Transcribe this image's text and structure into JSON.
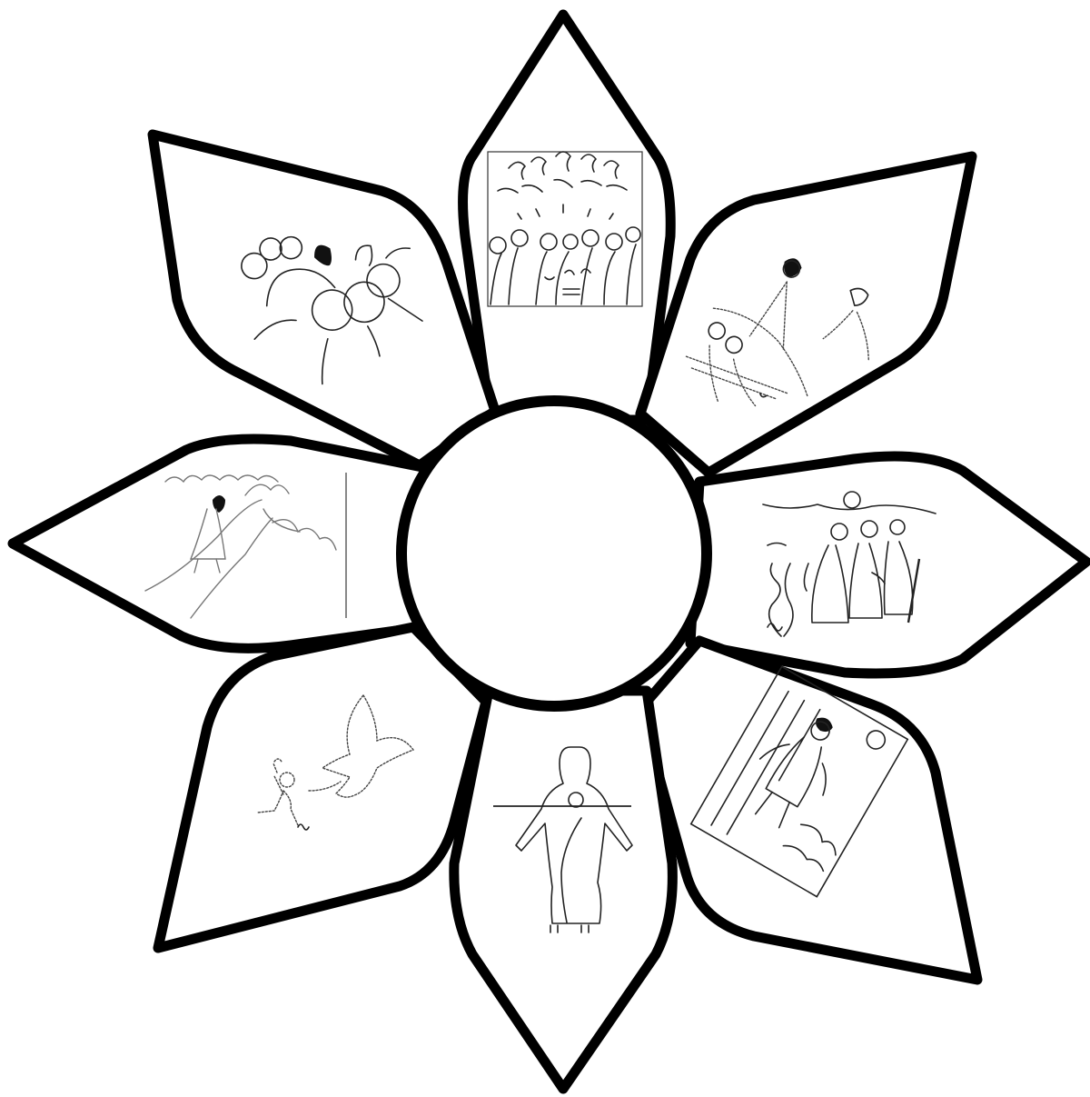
{
  "page": {
    "background": "#ffffff",
    "outline_color": "#000000"
  },
  "flower": {
    "petal_count": 8,
    "petals": [
      {
        "id": "top",
        "icon": "pentecost-flames-icon"
      },
      {
        "id": "upper-right",
        "icon": "ascension-sketch-icon"
      },
      {
        "id": "right",
        "icon": "three-travelers-road-icon"
      },
      {
        "id": "lower-right",
        "icon": "figure-in-doorway-icon"
      },
      {
        "id": "bottom",
        "icon": "risen-figure-icon"
      },
      {
        "id": "lower-left",
        "icon": "child-and-dove-icon"
      },
      {
        "id": "left",
        "icon": "figure-on-hill-icon"
      },
      {
        "id": "upper-left",
        "icon": "crowd-scene-icon"
      }
    ],
    "center": {
      "label": ""
    }
  }
}
